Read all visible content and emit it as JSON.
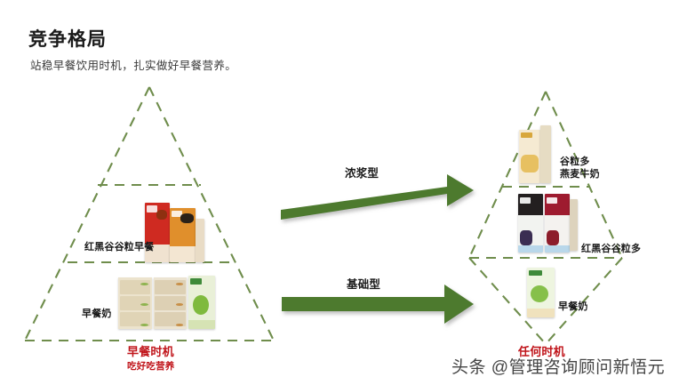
{
  "header": {
    "title": "竞争格局",
    "subtitle": "站稳早餐饮用时机，扎实做好早餐营养。"
  },
  "left_pyramid": {
    "tiers": [
      {
        "label": "红黑谷谷粒早餐"
      },
      {
        "label": "早餐奶"
      }
    ],
    "stage_label": "早餐时机",
    "stage_sublabel": "吃好吃营养"
  },
  "arrows": [
    {
      "label": "浓浆型"
    },
    {
      "label": "基础型"
    }
  ],
  "right_pyramid": {
    "tiers": [
      {
        "label_line1": "谷粒多",
        "label_line2": "燕麦牛奶"
      },
      {
        "label": "红黑谷谷粒多"
      },
      {
        "label": "早餐奶"
      }
    ],
    "stage_label": "任何时机"
  },
  "watermark": {
    "text": "头条 @管理咨询顾问新悟元"
  },
  "colors": {
    "arrow_green": "#4d7a2e",
    "dashed_green": "#6f8d4c",
    "accent_red": "#c0141a",
    "title_black": "#1a1a1a"
  }
}
